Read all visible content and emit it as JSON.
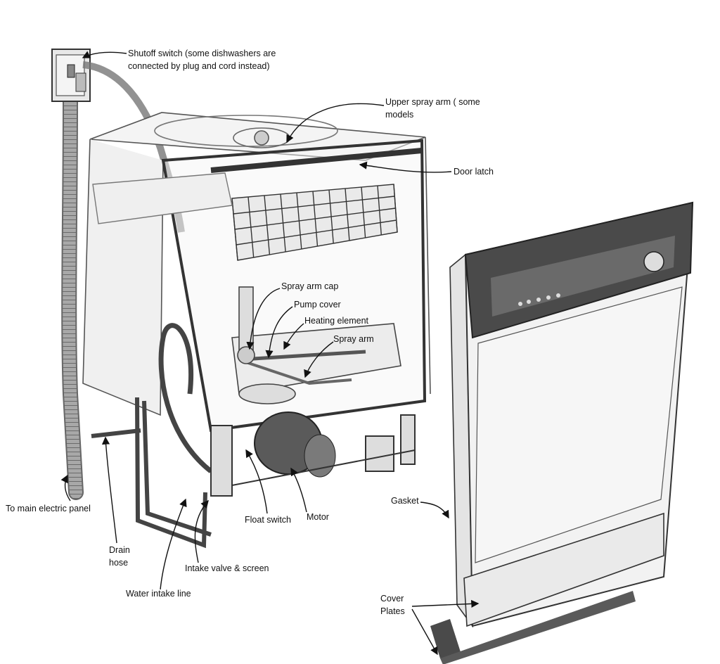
{
  "diagram": {
    "labels": {
      "shutoff_switch_1": "Shutoff switch (some dishwashers are",
      "shutoff_switch_2": "connected by plug and cord instead)",
      "upper_spray_arm_1": "Upper spray arm ( some",
      "upper_spray_arm_2": "models",
      "door_latch": "Door latch",
      "spray_arm_cap": "Spray arm cap",
      "pump_cover": "Pump cover",
      "heating_element": "Heating element",
      "spray_arm": "Spray arm",
      "to_main_panel": "To main electric panel",
      "drain_hose_1": "Drain",
      "drain_hose_2": "hose",
      "float_switch": "Float switch",
      "motor": "Motor",
      "intake_valve": "Intake valve & screen",
      "water_intake": "Water intake line",
      "gasket": "Gasket",
      "cover_plates_1": "Cover",
      "cover_plates_2": "Plates"
    },
    "colors": {
      "line": "#2a2a2a",
      "light_line": "#8a8a8a",
      "panel_dark": "#4a4a4a",
      "hose": "#9a9a9a"
    }
  }
}
